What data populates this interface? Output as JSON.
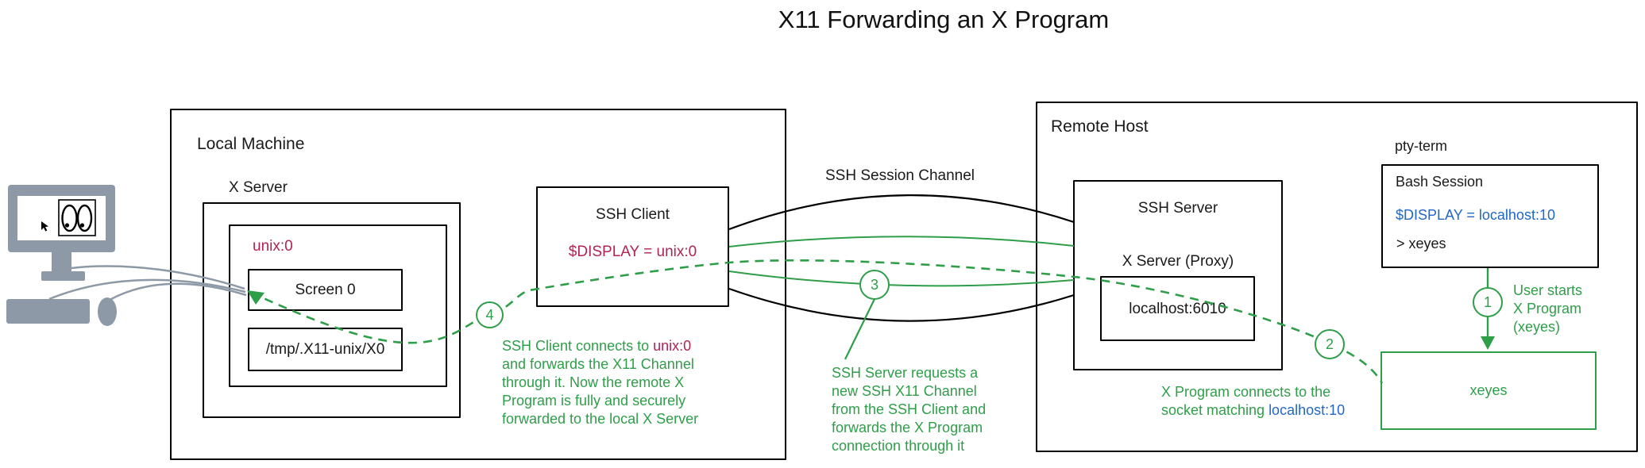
{
  "title": "X11 Forwarding an X Program",
  "colors": {
    "step_green": "#2f9e49",
    "display_crimson": "#b02355",
    "localhost_blue": "#2268c4",
    "hardware_gray": "#8d99a6",
    "line_black": "#000000"
  },
  "local_machine": {
    "label": "Local Machine",
    "x_server": {
      "label": "X Server",
      "display": {
        "label": "unix:0",
        "screen": "Screen 0",
        "socket_path": "/tmp/.X11-unix/X0"
      }
    },
    "ssh_client": {
      "label": "SSH Client",
      "env": "$DISPLAY = unix:0"
    }
  },
  "channel": {
    "label": "SSH Session Channel"
  },
  "remote_host": {
    "label": "Remote Host",
    "ssh_server": {
      "label": "SSH Server",
      "proxy_label": "X Server (Proxy)",
      "socket": "localhost:6010"
    },
    "pty_term": {
      "label": "pty-term",
      "session_label": "Bash Session",
      "env": "$DISPLAY = localhost:10",
      "command": "> xeyes"
    },
    "x_program": {
      "label": "xeyes"
    }
  },
  "steps": [
    {
      "number": "1",
      "lines": [
        "User starts",
        "X Program",
        "(xeyes)"
      ]
    },
    {
      "number": "2",
      "line1": "X Program connects to the",
      "line2_prefix": "socket matching ",
      "line2_highlight": "localhost:10"
    },
    {
      "number": "3",
      "lines": [
        "SSH Server requests a",
        "new SSH X11 Channel",
        "from the SSH Client and",
        "forwards the X Program",
        "connection through it"
      ]
    },
    {
      "number": "4",
      "line1_prefix": "SSH Client connects to ",
      "line1_highlight": "unix:0",
      "lines": [
        "and forwards the X11 Channel",
        "through it. Now the remote X",
        "Program is fully and securely",
        "forwarded to the local X Server"
      ]
    }
  ]
}
